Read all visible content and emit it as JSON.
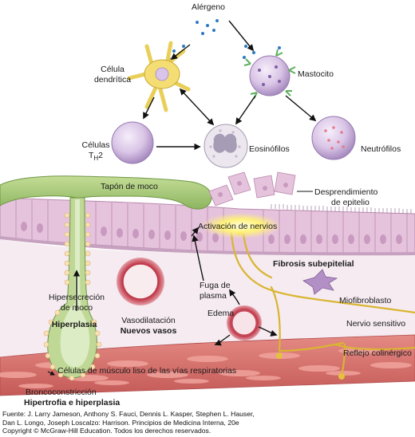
{
  "labels": {
    "allergen": "Alérgeno",
    "dendritic_cell": [
      "Célula",
      "dendrítica"
    ],
    "mast_cell": "Mastocito",
    "th2_cells_prefix": "Células",
    "th2_cells_t": "T",
    "th2_cells_sub": "H",
    "th2_cells_2": "2",
    "eosinophils": "Eosinófilos",
    "neutrophils": "Neutrófilos",
    "mucus_plug": "Tapón de moco",
    "epithelial_shedding": [
      "Desprendimiento",
      "de epitelio"
    ],
    "nerve_activation": "Activación de nervios",
    "subepithelial_fibrosis": "Fibrosis subepitelial",
    "mucus_hypersecretion": [
      "Hipersecreción",
      "de moco"
    ],
    "hyperplasia": "Hiperplasia",
    "vasodilation": "Vasodilatación",
    "new_vessels": "Nuevos vasos",
    "plasma_leak": [
      "Fuga de",
      "plasma"
    ],
    "edema": "Edema",
    "myofibroblast": "Miofibroblasto",
    "sensory_nerve": "Nervio sensitivo",
    "cholinergic_reflex": "Reflejo colinérgico",
    "smooth_muscle": "Células de músculo liso de las vías respiratorias",
    "bronchoconstriction": "Broncoconstricción",
    "hypertrophy_hyperplasia": "Hipertrofia e hiperplasia"
  },
  "credit": [
    "Fuente: J. Larry Jameson, Anthony S. Fauci, Dennis L. Kasper, Stephen L. Hauser,",
    "Dan L. Longo, Joseph Loscalzo: Harrison. Principios de Medicina Interna, 20e",
    "Copyright © McGraw-Hill Education. Todos los derechos reservados."
  ],
  "colors": {
    "epithelium": "#e6c3dc",
    "mucus": "#a6c878",
    "muscle": "#d4706c",
    "nerve": "#e4c23c",
    "cell": "#dcc8e8"
  }
}
